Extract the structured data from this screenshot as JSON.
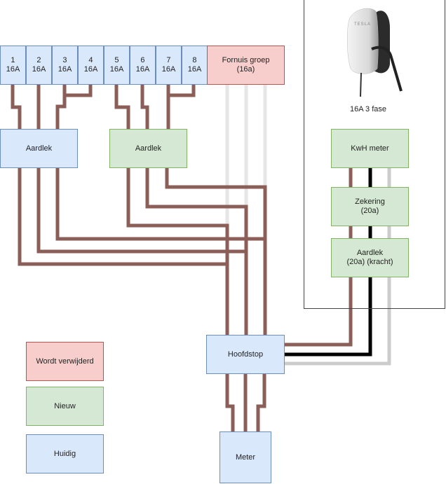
{
  "breakers": [
    {
      "num": "1",
      "amp": "16A"
    },
    {
      "num": "2",
      "amp": "16A"
    },
    {
      "num": "3",
      "amp": "16A"
    },
    {
      "num": "4",
      "amp": "16A"
    },
    {
      "num": "5",
      "amp": "16A"
    },
    {
      "num": "6",
      "amp": "16A"
    },
    {
      "num": "7",
      "amp": "16A"
    },
    {
      "num": "8",
      "amp": "16A"
    }
  ],
  "fornuis": "Fornuis groep\n(16a)",
  "aardlek_left": "Aardlek",
  "aardlek_mid": "Aardlek",
  "charger": {
    "caption": "16A 3 fase",
    "brand": "TESLA"
  },
  "kwh_meter": "KwH meter",
  "zekering": "Zekering\n(20a)",
  "aardlek_kracht": "Aardlek\n(20a) (kracht)",
  "hoofdstop": "Hoofdstop",
  "meter": "Meter",
  "legend": {
    "removed": "Wordt verwijderd",
    "new": "Nieuw",
    "current": "Huidig"
  },
  "colors": {
    "wire_brown": "#8b5e57",
    "wire_black": "#000000",
    "wire_gray": "#cccccc",
    "wire_removed": "#e6e6e6"
  }
}
